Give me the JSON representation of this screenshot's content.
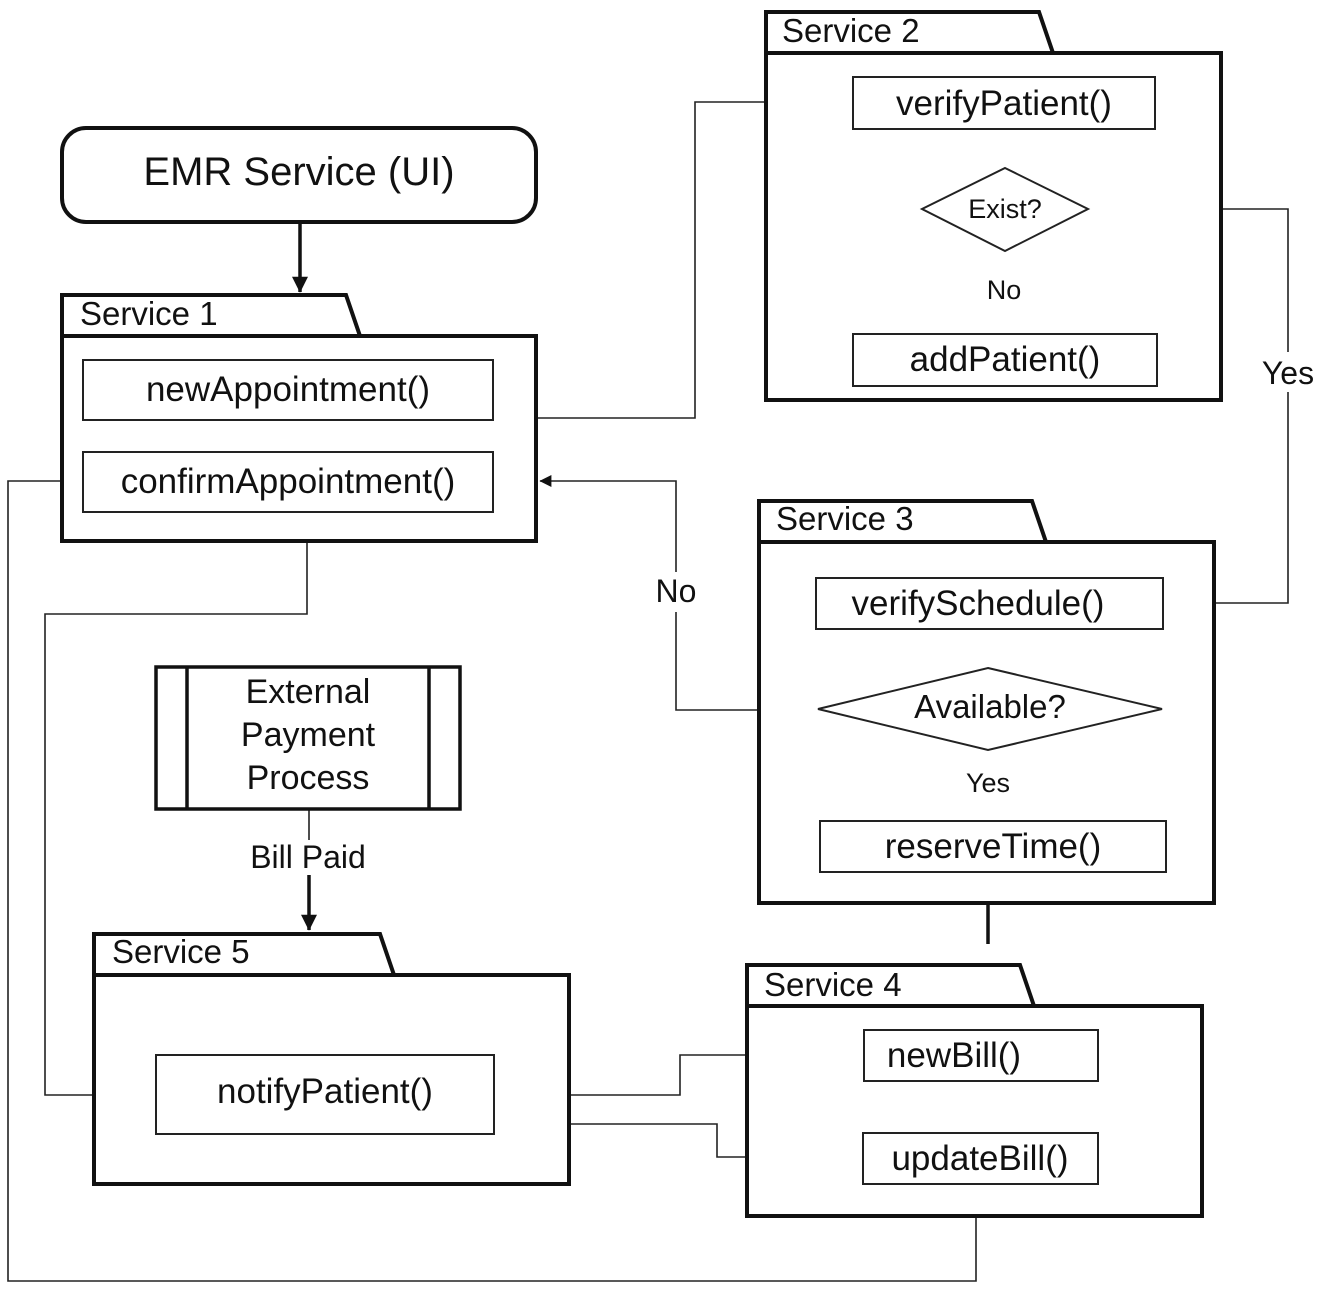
{
  "emr": {
    "label": "EMR Service (UI)"
  },
  "services": {
    "s1": {
      "title": "Service 1",
      "new_appointment": "newAppointment()",
      "confirm_appointment": "confirmAppointment()"
    },
    "s2": {
      "title": "Service 2",
      "verify_patient": "verifyPatient()",
      "exist": "Exist?",
      "add_patient": "addPatient()"
    },
    "s3": {
      "title": "Service 3",
      "verify_schedule": "verifySchedule()",
      "available": "Available?",
      "reserve_time": "reserveTime()"
    },
    "s4": {
      "title": "Service 4",
      "new_bill": "newBill()",
      "update_bill": "updateBill()"
    },
    "s5": {
      "title": "Service 5",
      "notify_patient": "notifyPatient()"
    }
  },
  "external": {
    "line1": "External",
    "line2": "Payment",
    "line3": "Process"
  },
  "edges": {
    "bill_paid": "Bill Paid",
    "exist_no": "No",
    "exist_yes": "Yes",
    "available_no": "No",
    "available_yes": "Yes"
  }
}
